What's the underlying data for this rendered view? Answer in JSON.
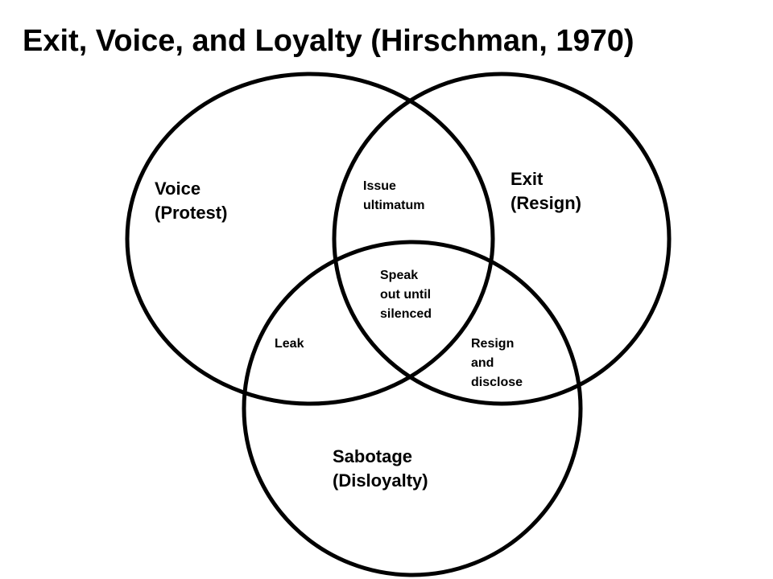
{
  "title": "Exit, Voice, and Loyalty (Hirschman, 1970)",
  "circles": {
    "voice": {
      "line1": "Voice",
      "line2": "(Protest)"
    },
    "exit": {
      "line1": "Exit",
      "line2": "(Resign)"
    },
    "sabotage": {
      "line1": "Sabotage",
      "line2": "(Disloyalty)"
    }
  },
  "overlaps": {
    "voice_exit": {
      "line1": "Issue",
      "line2": "ultimatum"
    },
    "all_three": {
      "line1": "Speak",
      "line2": "out until",
      "line3": "silenced"
    },
    "voice_sabotage": {
      "line1": "Leak"
    },
    "exit_sabotage": {
      "line1": "Resign",
      "line2": "and",
      "line3": "disclose"
    }
  },
  "style": {
    "stroke_color": "#000000",
    "background": "#ffffff"
  }
}
